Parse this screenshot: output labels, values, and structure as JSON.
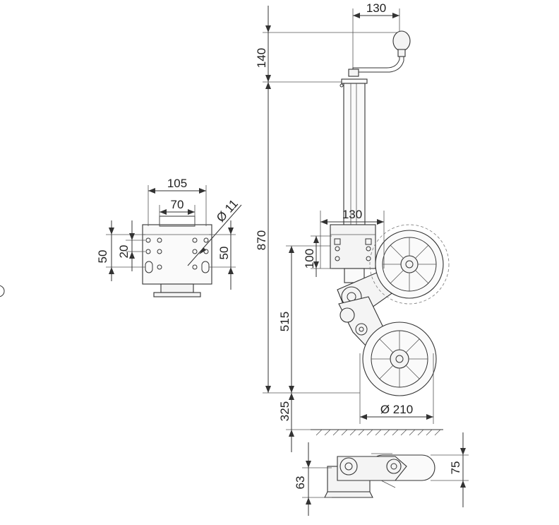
{
  "dimensions": {
    "handle_offset": "130",
    "handle_height": "140",
    "total_height": "870",
    "clamp_width": "130",
    "clamp_height": "100",
    "wheel_height": "515",
    "ground_clearance": "325",
    "wheel_diameter": "Ø 210",
    "plate_outer_width": "105",
    "plate_inner_width": "70",
    "hole_diameter": "Ø 11",
    "plate_left_height": "50",
    "plate_inner_height": "20",
    "plate_right_height": "50",
    "bottom_height_left": "63",
    "bottom_height_right": "75"
  },
  "colors": {
    "line": "#333333",
    "fill": "#f4f4f4",
    "background": "#ffffff"
  }
}
